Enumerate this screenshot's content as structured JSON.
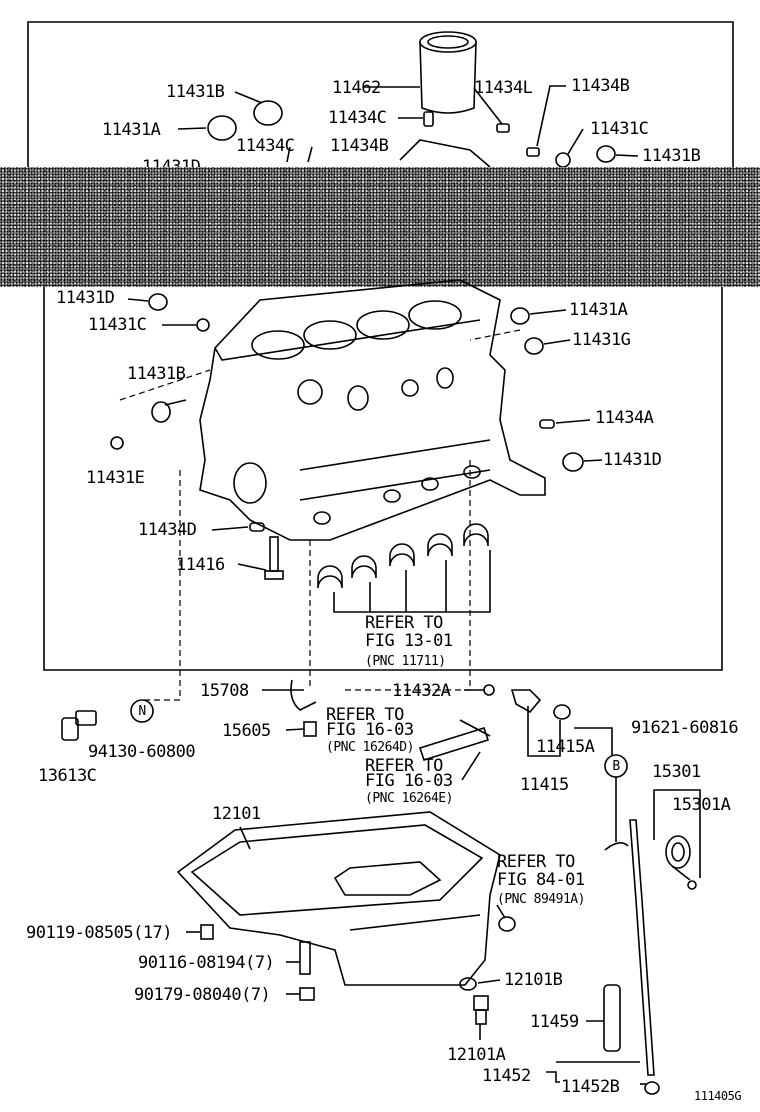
{
  "labels": {
    "p11462": "11462",
    "p11434L": "11434L",
    "p11434B_top": "11434B",
    "p11431B_top": "11431B",
    "p11431A_top": "11431A",
    "p11434C_mid": "11434C",
    "p11434C": "11434C",
    "p11434B": "11434B",
    "p11431C_top": "11431C",
    "p11431B_right": "11431B",
    "p11431D_cut": "11431D",
    "p11431D": "11431D",
    "p11431C": "11431C",
    "p11431A_right": "11431A",
    "p11431G": "11431G",
    "p11431B_left": "11431B",
    "p11434A": "11434A",
    "p11431D_right": "11431D",
    "p11431E": "11431E",
    "p11434D": "11434D",
    "p11416": "11416",
    "p15708": "15708",
    "p11432A": "11432A",
    "p15605": "15605",
    "p94130": "94130-60800",
    "p13613C": "13613C",
    "p11415A": "11415A",
    "p11415": "11415",
    "p91621": "91621-60816",
    "p15301": "15301",
    "p15301A": "15301A",
    "p12101": "12101",
    "p90119": "90119-08505(17)",
    "p90116": "90116-08194(7)",
    "p90179": "90179-08040(7)",
    "p12101B": "12101B",
    "p11459": "11459",
    "p12101A": "12101A",
    "p11452": "11452",
    "p11452B": "11452B",
    "figure_id": "111405G"
  },
  "refs": {
    "r1_line1": "REFER TO",
    "r1_line2": "FIG 13-01",
    "r1_line3": "(PNC 11711)",
    "r2_line1": "REFER TO",
    "r2_line2": "FIG 16-03",
    "r2_line3": "(PNC 16264D)",
    "r3_line1": "REFER TO",
    "r3_line2": "FIG 16-03",
    "r3_line3": "(PNC 16264E)",
    "r4_line1": "REFER TO",
    "r4_line2": "FIG 84-01",
    "r4_line3": "(PNC 89491A)"
  },
  "markers": {
    "n": "N",
    "b": "B"
  }
}
